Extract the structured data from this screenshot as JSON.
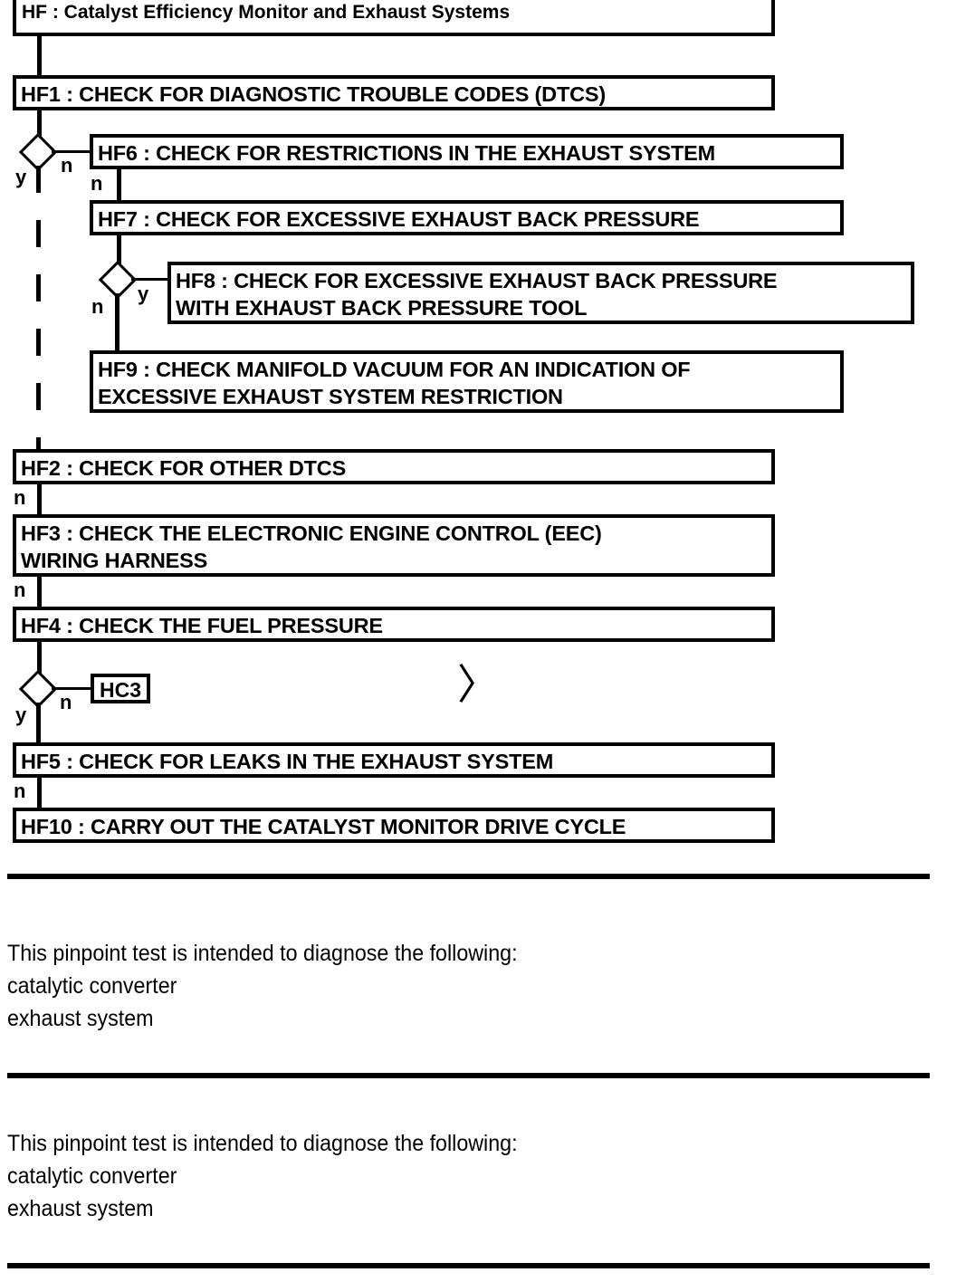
{
  "diagram": {
    "type": "flowchart",
    "title_box": {
      "label": "HF : Catalyst Efficiency Monitor and Exhaust Systems"
    },
    "nodes": [
      {
        "id": "HF1",
        "label": "HF1 : CHECK FOR DIAGNOSTIC TROUBLE CODES (DTCS)"
      },
      {
        "id": "HF6",
        "label": "HF6 : CHECK FOR RESTRICTIONS IN THE EXHAUST SYSTEM"
      },
      {
        "id": "HF7",
        "label": "HF7 : CHECK FOR EXCESSIVE EXHAUST BACK PRESSURE"
      },
      {
        "id": "HF8",
        "label": "HF8 : CHECK FOR EXCESSIVE EXHAUST BACK PRESSURE\nWITH EXHAUST BACK PRESSURE TOOL"
      },
      {
        "id": "HF9",
        "label": "HF9 : CHECK MANIFOLD VACUUM FOR AN INDICATION OF\nEXCESSIVE EXHAUST SYSTEM RESTRICTION"
      },
      {
        "id": "HF2",
        "label": "HF2 : CHECK FOR OTHER DTCS"
      },
      {
        "id": "HF3",
        "label": "HF3 : CHECK THE ELECTRONIC ENGINE CONTROL (EEC)\nWIRING HARNESS"
      },
      {
        "id": "HF4",
        "label": "HF4 : CHECK THE FUEL PRESSURE"
      },
      {
        "id": "HF5",
        "label": "HF5 : CHECK FOR LEAKS IN THE EXHAUST SYSTEM"
      },
      {
        "id": "HF10",
        "label": "HF10 : CARRY OUT THE CATALYST MONITOR DRIVE CYCLE"
      }
    ],
    "reference_nodes": [
      {
        "id": "HC3",
        "label": "HC3"
      }
    ],
    "branch_labels": {
      "d1_yes": "y",
      "d1_no": "n",
      "hf6_no": "n",
      "d2_no": "n",
      "d2_yes": "y",
      "hf2_no": "n",
      "hf3_no": "n",
      "d3_yes": "y",
      "d3_no": "n",
      "hf5_no": "n"
    },
    "stray_glyph": "〉"
  },
  "notes": [
    {
      "text": "This pinpoint test is intended to diagnose the following:\ncatalytic converter\nexhaust system"
    },
    {
      "text": "This pinpoint test is intended to diagnose the following:\ncatalytic converter\nexhaust system"
    }
  ],
  "colors": {
    "ink": "#000000",
    "paper": "#ffffff"
  }
}
